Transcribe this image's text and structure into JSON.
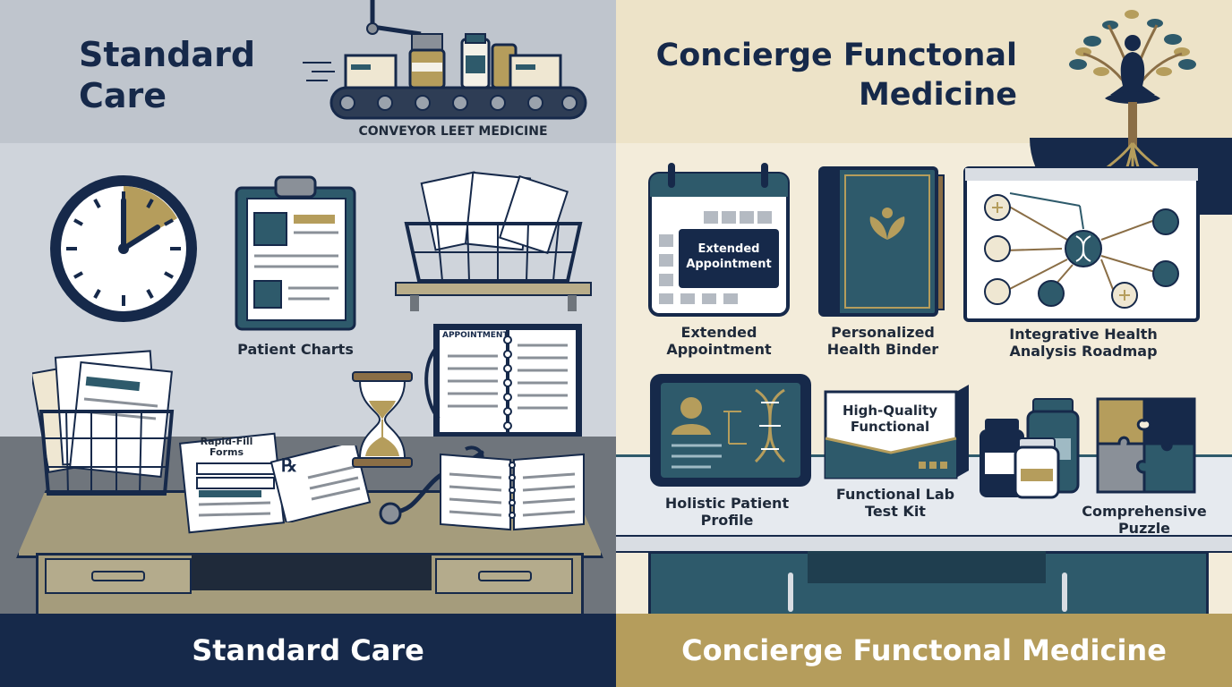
{
  "left": {
    "heading_line1": "Standard",
    "heading_line2": "Care",
    "conveyor_label": "CONVEYOR LEET MEDICINE",
    "patient_charts_label": "Patient Charts",
    "rapid_fill_line1": "Rapid-Fill",
    "rapid_fill_line2": "Forms",
    "rx_symbol": "℞",
    "appointment_book_label": "APPOINTMENT",
    "banner": "Standard Care",
    "colors": {
      "navy": "#16294a",
      "gold": "#b59d5c",
      "panel": "#ccd1d8"
    }
  },
  "right": {
    "heading_line1": "Concierge Functonal",
    "heading_line2": "Medicine",
    "calendar_badge_line1": "Extended",
    "calendar_badge_line2": "Appointment",
    "extended_label_line1": "Extended",
    "extended_label_line2": "Appointment",
    "binder_label_line1": "Personalized",
    "binder_label_line2": "Health Binder",
    "roadmap_label_line1": "Integrative Health",
    "roadmap_label_line2": "Analysis Roadmap",
    "kit_box_line1": "High-Quality",
    "kit_box_line2": "Functional",
    "holistic_label_line1": "Holistic Patient",
    "holistic_label_line2": "Profile",
    "lab_label_line1": "Functional Lab",
    "lab_label_line2": "Test Kit",
    "puzzle_label_line1": "Comprehensive",
    "puzzle_label_line2": "Puzzle",
    "banner": "Concierge Functonal Medicine",
    "colors": {
      "teal": "#2e5a6b",
      "gold": "#b59d5c",
      "panel": "#f1ead8"
    }
  }
}
